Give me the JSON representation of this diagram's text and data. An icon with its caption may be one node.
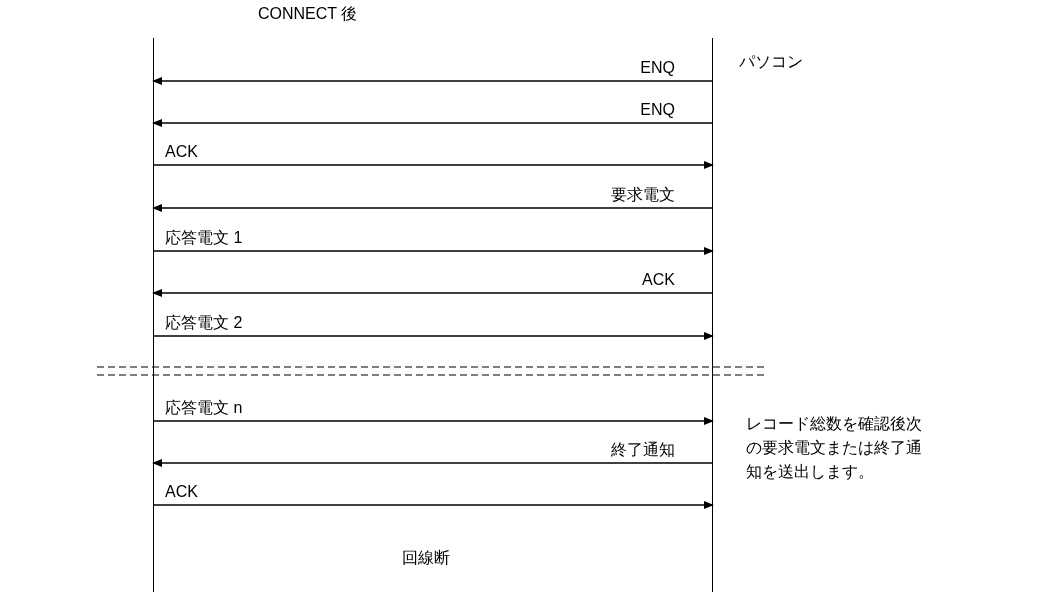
{
  "diagram": {
    "nodes": [
      {
        "text": [],
        "shape": "bar"
      },
      {
        "text": [
          "パソコン"
        ]
      }
    ],
    "edges": [
      {
        "from": 1,
        "to": 0,
        "arrow": "to",
        "label": "ENQ"
      },
      {
        "from": 1,
        "to": 0,
        "arrow": "to",
        "label": "ENQ"
      },
      {
        "from": 0,
        "to": 1,
        "arrow": "to",
        "label": "ACK"
      },
      {
        "from": 1,
        "to": 0,
        "arrow": "to",
        "label": "要求電文"
      },
      {
        "from": 0,
        "to": 1,
        "arrow": "to",
        "label": "応答電文 1"
      },
      {
        "from": 1,
        "to": 0,
        "arrow": "to",
        "label": "ACK"
      },
      {
        "from": 0,
        "to": 1,
        "arrow": "to",
        "label": "応答電文 2"
      },
      {
        "from": 0,
        "to": 1,
        "arrow": "to",
        "label": "応答電文 n"
      },
      {
        "from": 1,
        "to": 0,
        "arrow": "to",
        "label": "終了通知"
      },
      {
        "from": 0,
        "to": 1,
        "arrow": "to",
        "label": "ACK"
      }
    ],
    "labels": [
      "CONNECT 後",
      "レコード総数を確認後次の要求電文または終了通知を送出します。",
      "回線断"
    ]
  }
}
